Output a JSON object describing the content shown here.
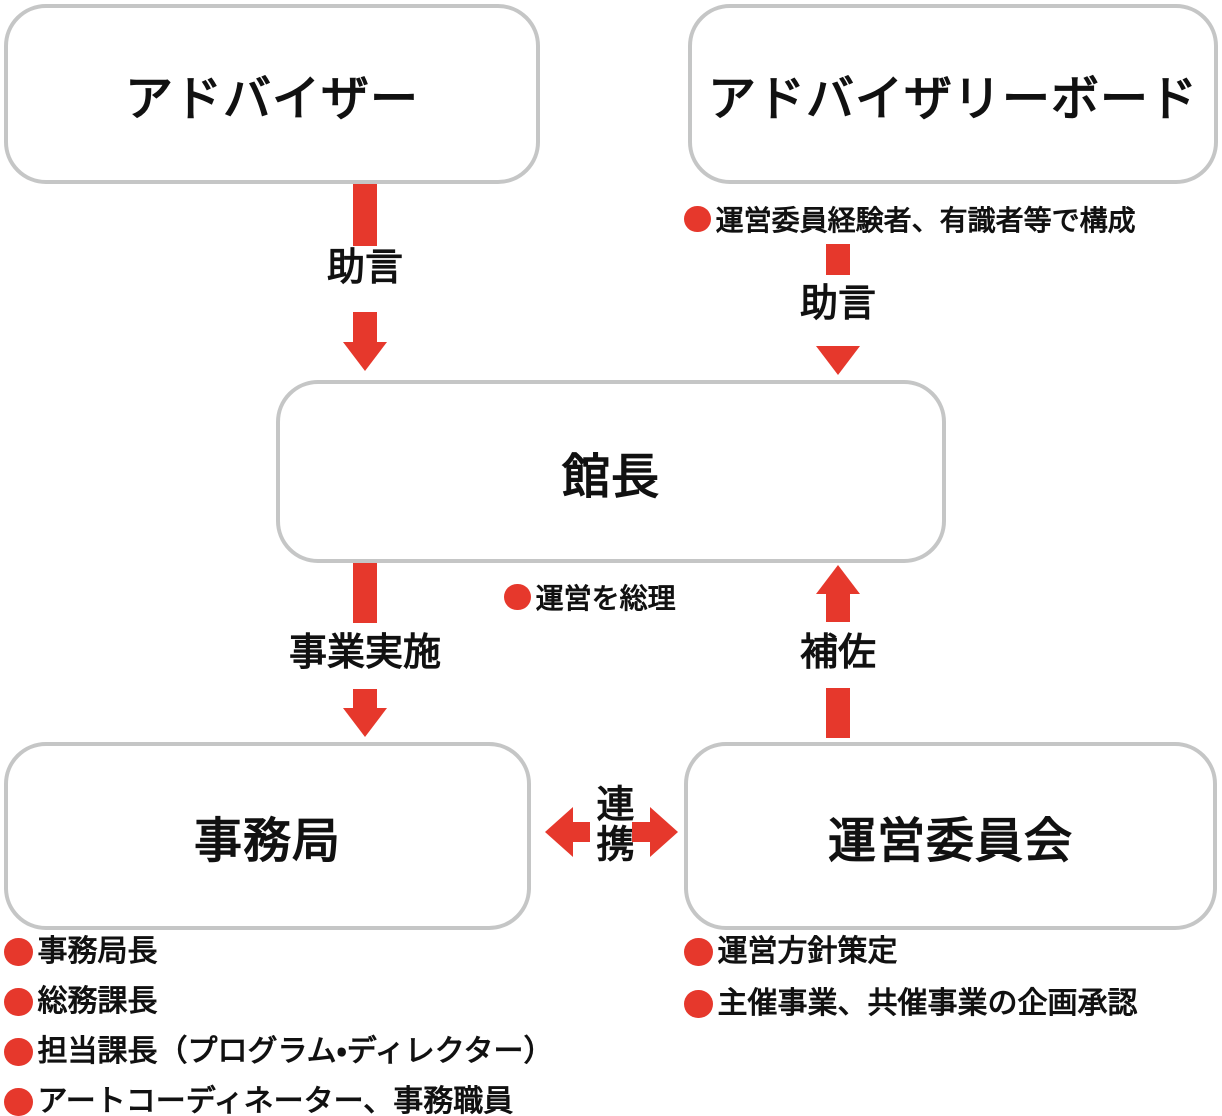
{
  "diagram": {
    "title": "organization-chart",
    "colors": {
      "red": "#e6382c",
      "border_gray": "#c5c6c6",
      "text": "#111111"
    },
    "boxes": {
      "advisor": {
        "label": "アドバイザー"
      },
      "advisory_board": {
        "label": "アドバイザリーボード"
      },
      "director": {
        "label": "館長"
      },
      "secretariat": {
        "label": "事務局"
      },
      "steering_committee": {
        "label": "運営委員会"
      }
    },
    "arrows": {
      "advisor_to_director": {
        "label": "助言",
        "direction": "down"
      },
      "advisory_board_to_director": {
        "label": "助言",
        "direction": "down"
      },
      "director_to_secretariat": {
        "label": "事業実施",
        "direction": "down"
      },
      "steering_committee_to_director": {
        "label": "補佐",
        "direction": "up"
      },
      "secretariat_steering_link": {
        "label": "連携",
        "direction": "both"
      }
    },
    "notes": {
      "advisory_board_note": "運営委員経験者、有識者等で構成",
      "director_note": "運営を総理",
      "secretariat_items": [
        "事務局長",
        "総務課長",
        "担当課長（プログラム・ディレクター）",
        "アートコーディネーター、事務職員"
      ],
      "steering_committee_items": [
        "運営方針策定",
        "主催事業、共催事業の企画承認"
      ]
    }
  }
}
